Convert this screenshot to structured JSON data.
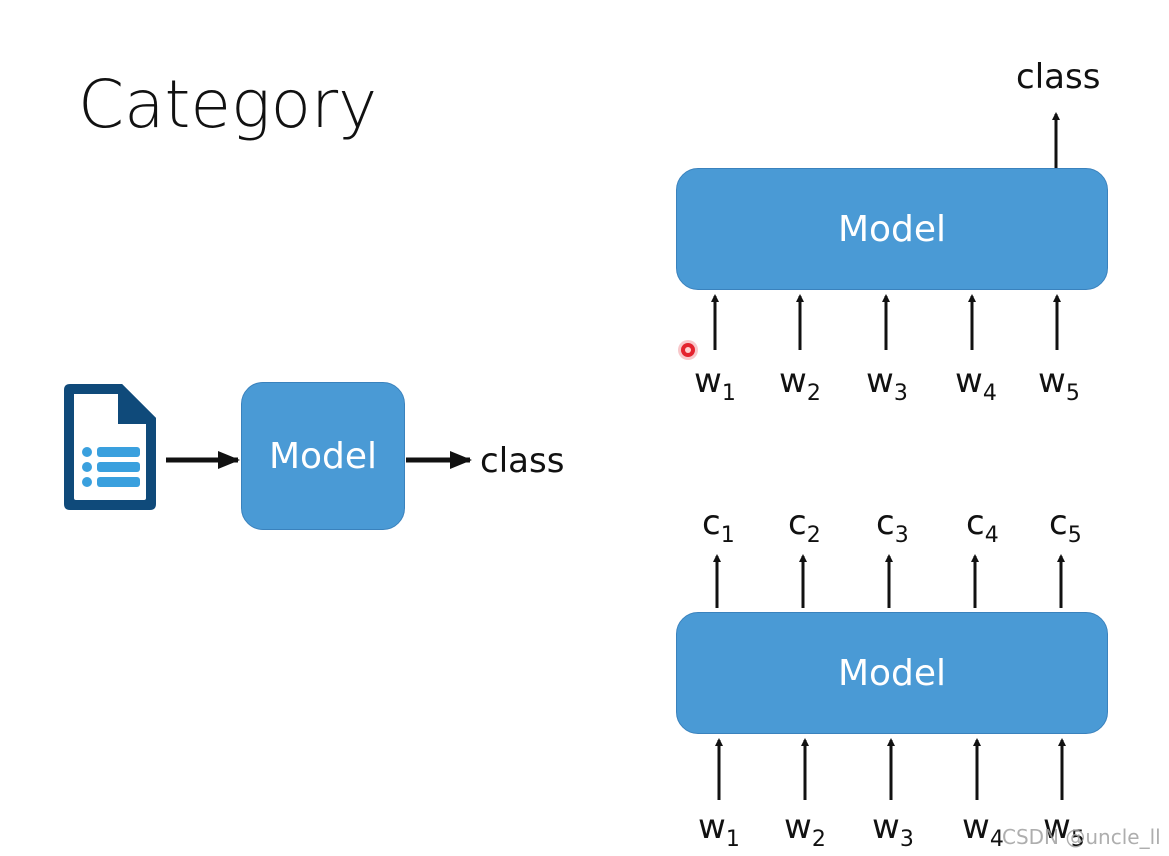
{
  "title": "Category",
  "model_label": "Model",
  "class_label": "class",
  "watermark": "CSDN @uncle_ll",
  "colors": {
    "model_fill": "#4a9ad5",
    "icon_dark": "#0f4a7a",
    "icon_light": "#3aa0de",
    "cursor": "#e4232e"
  },
  "icons": {
    "document": "document-list-icon",
    "cursor": "cursor-dot-icon"
  },
  "top_panel": {
    "inputs": [
      {
        "base": "w",
        "sub": "1"
      },
      {
        "base": "w",
        "sub": "2"
      },
      {
        "base": "w",
        "sub": "3"
      },
      {
        "base": "w",
        "sub": "4"
      },
      {
        "base": "w",
        "sub": "5"
      }
    ]
  },
  "bottom_panel": {
    "outputs": [
      {
        "base": "c",
        "sub": "1"
      },
      {
        "base": "c",
        "sub": "2"
      },
      {
        "base": "c",
        "sub": "3"
      },
      {
        "base": "c",
        "sub": "4"
      },
      {
        "base": "c",
        "sub": "5"
      }
    ],
    "inputs": [
      {
        "base": "w",
        "sub": "1"
      },
      {
        "base": "w",
        "sub": "2"
      },
      {
        "base": "w",
        "sub": "3"
      },
      {
        "base": "w",
        "sub": "4"
      },
      {
        "base": "w",
        "sub": "5"
      }
    ]
  }
}
